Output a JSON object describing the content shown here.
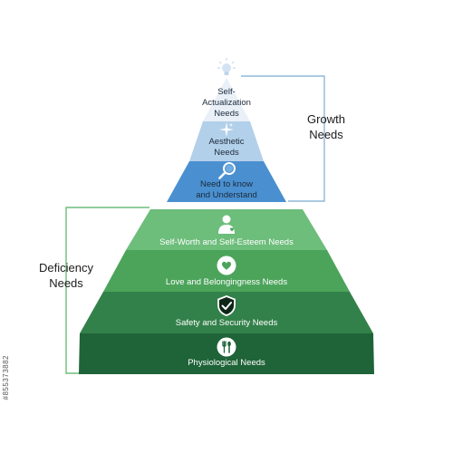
{
  "pyramid": {
    "tiers": [
      {
        "id": "self-actualization",
        "label": "Self-Actualization Needs",
        "lines": [
          "Self-",
          "Actualization",
          "Needs"
        ],
        "icon": "lightbulb-icon",
        "color": "#e9f0f8"
      },
      {
        "id": "aesthetic",
        "label": "Aesthetic Needs",
        "lines": [
          "Aesthetic",
          "Needs"
        ],
        "icon": "sparkle-icon",
        "color": "#b3d0ea"
      },
      {
        "id": "know-understand",
        "label": "Need to know and Understand",
        "lines": [
          "Need to know",
          "and Understand"
        ],
        "icon": "magnifier-icon",
        "color": "#4a90d0"
      },
      {
        "id": "self-esteem",
        "label": "Self-Worth and Self-Esteem Needs",
        "lines": [
          "Self-Worth and Self-Esteem Needs"
        ],
        "icon": "person-heart-icon",
        "color": "#6dbd7b"
      },
      {
        "id": "love",
        "label": "Love and Belongingness Needs",
        "lines": [
          "Love and Belongingness Needs"
        ],
        "icon": "heart-icon",
        "color": "#4ca45b"
      },
      {
        "id": "safety",
        "label": "Safety and Security Needs",
        "lines": [
          "Safety and Security Needs"
        ],
        "icon": "shield-check-icon",
        "color": "#33814a"
      },
      {
        "id": "physiological",
        "label": "Physiological Needs",
        "lines": [
          "Physiological Needs"
        ],
        "icon": "fork-spoon-icon",
        "color": "#1f6338"
      }
    ]
  },
  "groups": {
    "growth": {
      "lines": [
        "Growth",
        "Needs"
      ],
      "bracket_color": "#8fb8d9"
    },
    "deficiency": {
      "lines": [
        "Deficiency",
        "Needs"
      ],
      "bracket_color": "#6dbd7b"
    }
  },
  "watermark": "#855373882"
}
